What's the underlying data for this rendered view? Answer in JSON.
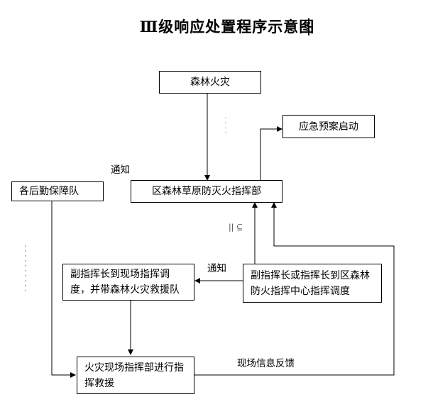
{
  "title": "Ⅲ级响应处置程序示意图",
  "nodes": {
    "forest_fire": "森林火灾",
    "plan_start": "应急预案启动",
    "logistics": "各后勤保障队",
    "district_hq": "区森林草原防灭火指挥部",
    "deputy_to_site": "副指挥长到现场指挥调度，并带森林火灾救援队",
    "deputy_to_center": "副指挥长或指挥长到区森林防火指挥中心指挥调度",
    "site_hq": "火灾现场指挥部进行指挥救援"
  },
  "labels": {
    "notify_top": "通知",
    "notify_mid": "通知",
    "feedback": "现场信息反馈"
  }
}
